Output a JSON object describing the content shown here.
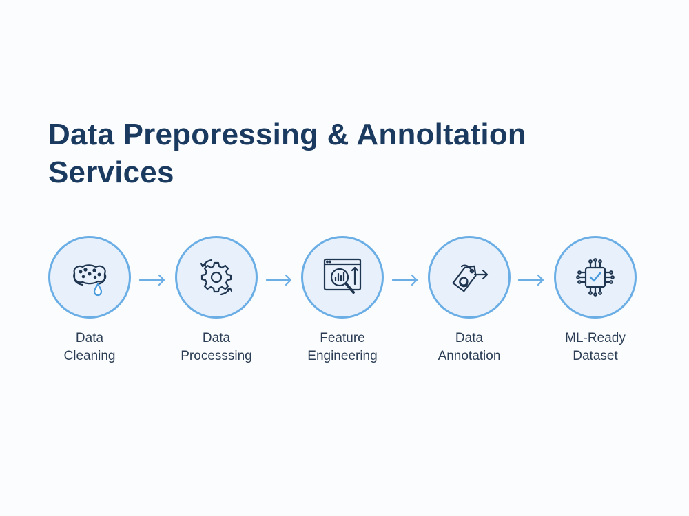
{
  "title": "Data Preporessing & Annoltation Services",
  "accent_color": "#6aaee5",
  "title_color": "#1b3a5f",
  "icon_color": "#1f3550",
  "steps": [
    {
      "line1": "Data",
      "line2": "Cleaning",
      "icon": "sponge-icon"
    },
    {
      "line1": "Data",
      "line2": "Processsing",
      "icon": "gear-cycle-icon"
    },
    {
      "line1": "Feature",
      "line2": "Engineering",
      "icon": "magnifier-chart-icon"
    },
    {
      "line1": "Data",
      "line2": "Annotation",
      "icon": "tag-arrow-icon"
    },
    {
      "line1": "ML-Ready",
      "line2": "Dataset",
      "icon": "chip-check-icon"
    }
  ]
}
